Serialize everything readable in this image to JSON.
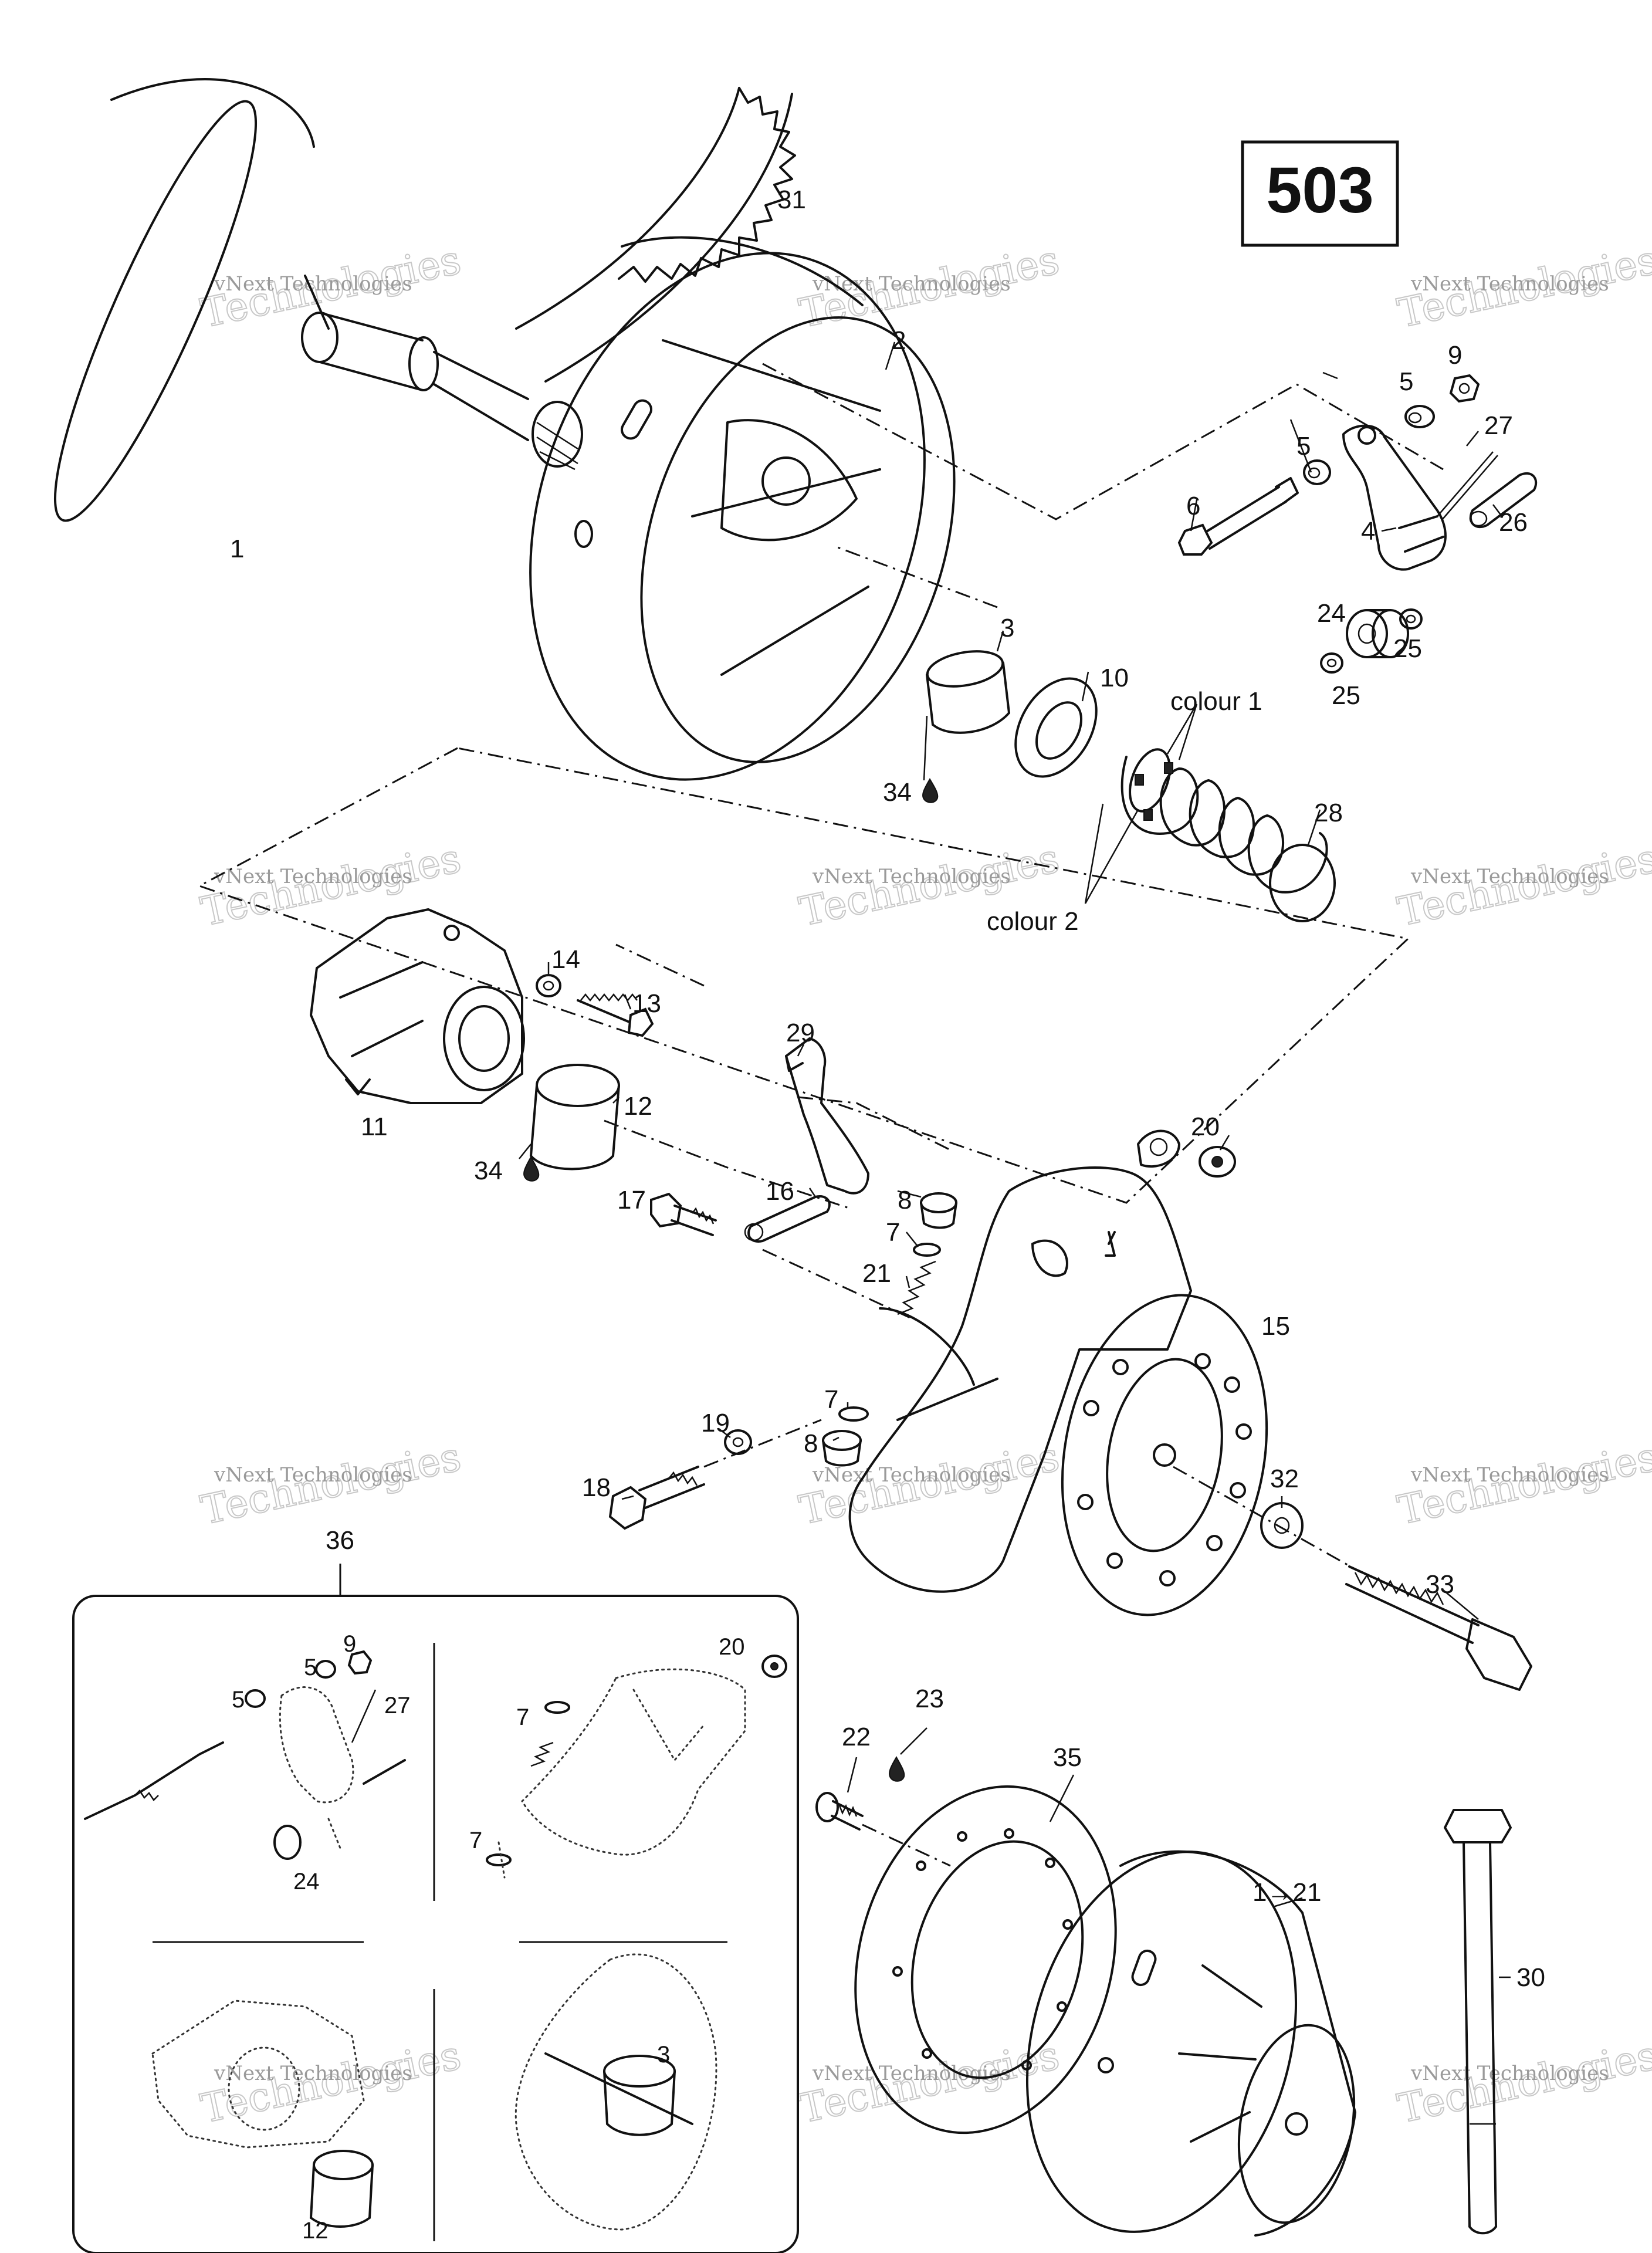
{
  "page_number": "503",
  "watermark": {
    "line1": "vNext Technologies",
    "line2": "Technologies",
    "top_word": "vNext"
  },
  "callouts": [
    {
      "id": "1",
      "text": "1"
    },
    {
      "id": "2",
      "text": "2"
    },
    {
      "id": "3",
      "text": "3"
    },
    {
      "id": "4",
      "text": "4"
    },
    {
      "id": "5a",
      "text": "5"
    },
    {
      "id": "5b",
      "text": "5"
    },
    {
      "id": "6",
      "text": "6"
    },
    {
      "id": "7a",
      "text": "7"
    },
    {
      "id": "7b",
      "text": "7"
    },
    {
      "id": "8a",
      "text": "8"
    },
    {
      "id": "8b",
      "text": "8"
    },
    {
      "id": "9",
      "text": "9"
    },
    {
      "id": "10",
      "text": "10"
    },
    {
      "id": "11",
      "text": "11"
    },
    {
      "id": "12",
      "text": "12"
    },
    {
      "id": "13",
      "text": "13"
    },
    {
      "id": "14",
      "text": "14"
    },
    {
      "id": "15",
      "text": "15"
    },
    {
      "id": "16",
      "text": "16"
    },
    {
      "id": "17",
      "text": "17"
    },
    {
      "id": "18",
      "text": "18"
    },
    {
      "id": "19",
      "text": "19"
    },
    {
      "id": "20",
      "text": "20"
    },
    {
      "id": "21",
      "text": "21"
    },
    {
      "id": "22",
      "text": "22"
    },
    {
      "id": "23",
      "text": "23"
    },
    {
      "id": "24",
      "text": "24"
    },
    {
      "id": "25a",
      "text": "25"
    },
    {
      "id": "25b",
      "text": "25"
    },
    {
      "id": "26",
      "text": "26"
    },
    {
      "id": "27",
      "text": "27"
    },
    {
      "id": "28",
      "text": "28"
    },
    {
      "id": "29",
      "text": "29"
    },
    {
      "id": "30",
      "text": "30"
    },
    {
      "id": "31",
      "text": "31"
    },
    {
      "id": "32",
      "text": "32"
    },
    {
      "id": "33",
      "text": "33"
    },
    {
      "id": "34a",
      "text": "34"
    },
    {
      "id": "34b",
      "text": "34"
    },
    {
      "id": "35",
      "text": "35"
    },
    {
      "id": "36",
      "text": "36"
    },
    {
      "id": "range",
      "text": "1→21"
    }
  ],
  "notes": {
    "colour1": "colour 1",
    "colour2": "colour 2"
  },
  "inset_callouts": [
    {
      "id": "i5a",
      "text": "5"
    },
    {
      "id": "i5b",
      "text": "5"
    },
    {
      "id": "i9",
      "text": "9"
    },
    {
      "id": "i27",
      "text": "27"
    },
    {
      "id": "i24",
      "text": "24"
    },
    {
      "id": "i20",
      "text": "20"
    },
    {
      "id": "i7a",
      "text": "7"
    },
    {
      "id": "i7b",
      "text": "7"
    },
    {
      "id": "i3",
      "text": "3"
    },
    {
      "id": "i12",
      "text": "12"
    }
  ]
}
